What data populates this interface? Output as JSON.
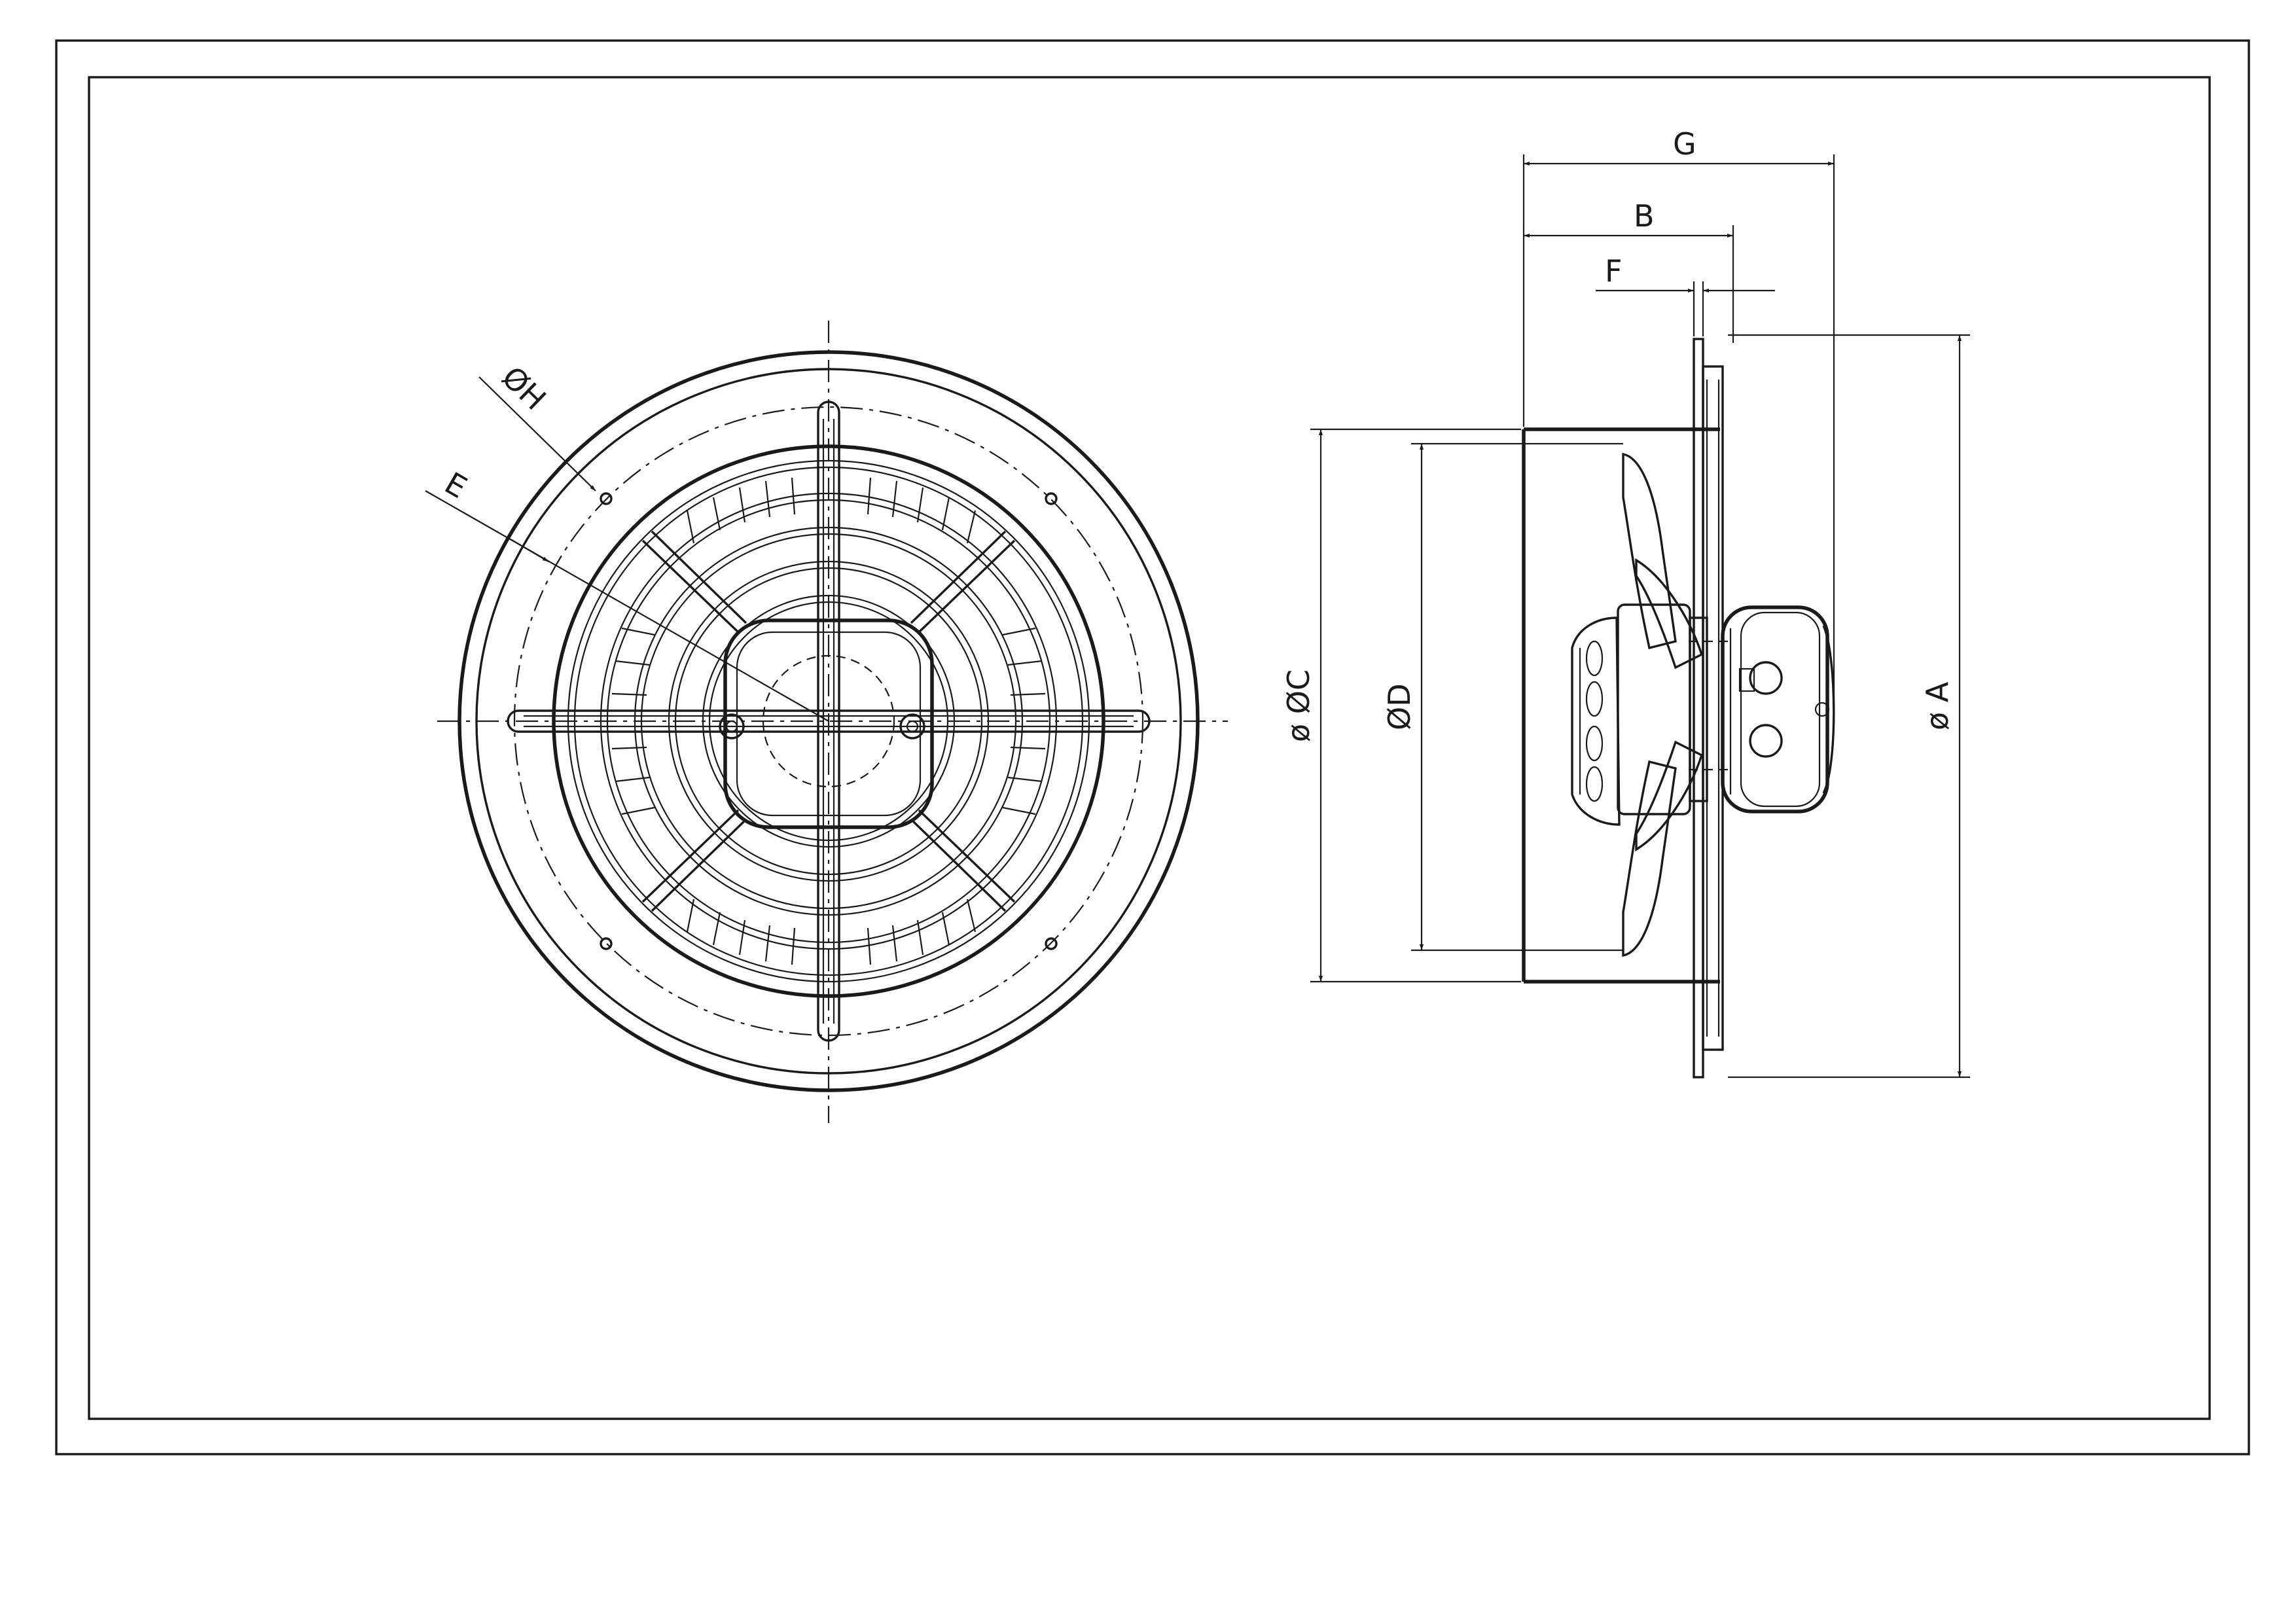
{
  "dimensions": {
    "G": "G",
    "B": "B",
    "F": "F",
    "A": "ø A",
    "C": "ø ØC",
    "D": "ØD",
    "E": "E",
    "H": "ØH"
  },
  "colors": {
    "line": "#1a1a1a",
    "background": "#ffffff"
  }
}
